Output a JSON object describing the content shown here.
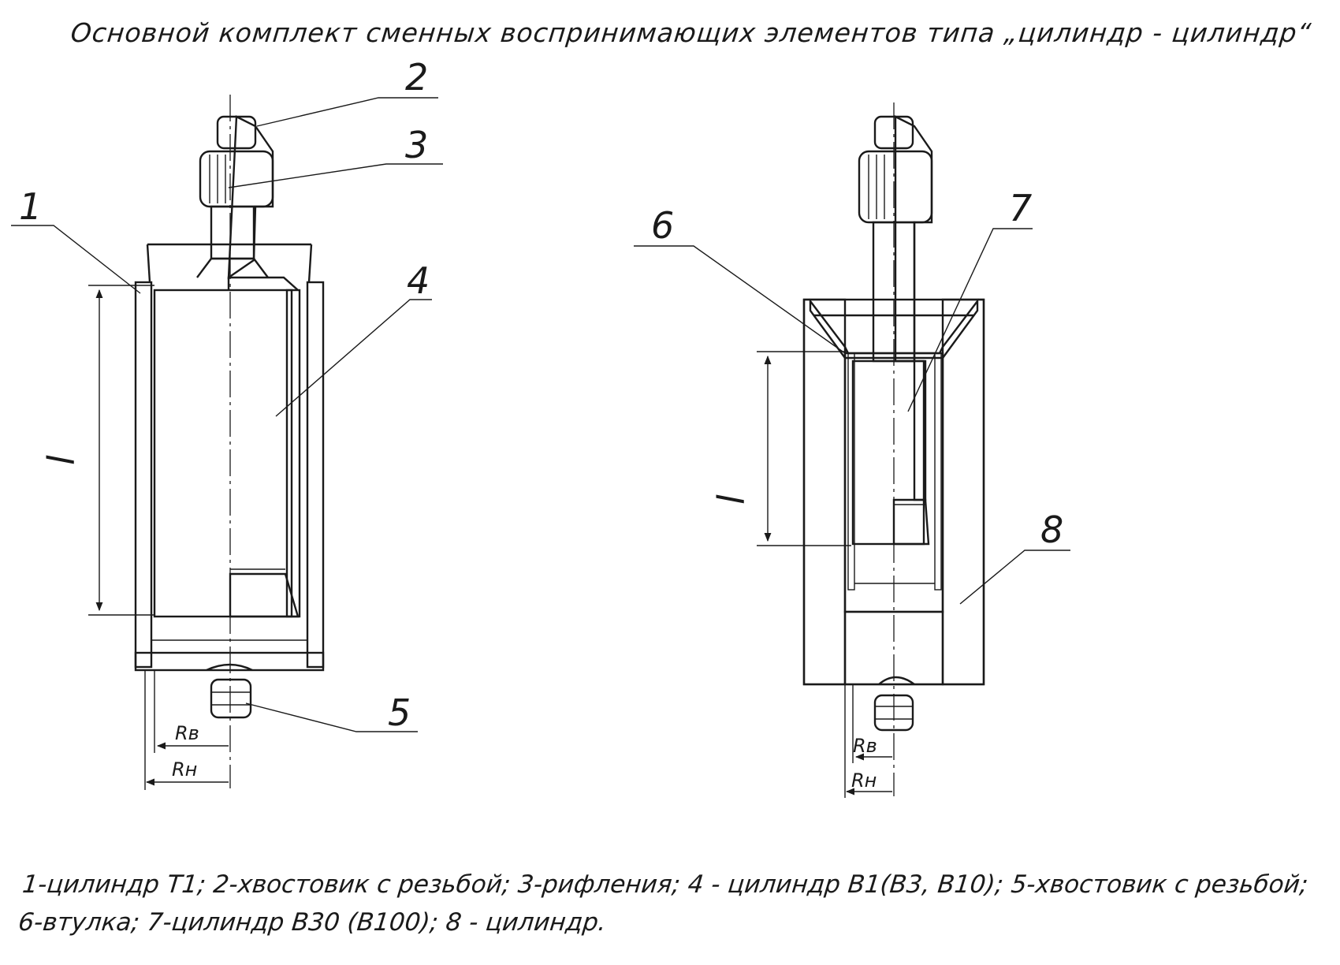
{
  "title": "Основной комплект сменных воспринимающих элементов типа „цилиндр - цилиндр“",
  "callouts": {
    "c1": "1",
    "c2": "2",
    "c3": "3",
    "c4": "4",
    "c5": "5",
    "c6": "6",
    "c7": "7",
    "c8": "8"
  },
  "dimensions": {
    "left": {
      "rv": "Rв",
      "rn": "Rн",
      "length": "l"
    },
    "right": {
      "rv": "Rв",
      "rn": "Rн",
      "length": "l"
    }
  },
  "caption": {
    "line1": "1-цилиндр Т1; 2-хвостовик с резьбой; 3-рифления; 4 - цилиндр В1(В3, В10); 5-хвостовик с резьбой;",
    "line2": "6-втулка; 7-цилиндр В30 (В100); 8 - цилиндр."
  },
  "colors": {
    "ink": "#1a1a1a",
    "paper": "#ffffff"
  }
}
